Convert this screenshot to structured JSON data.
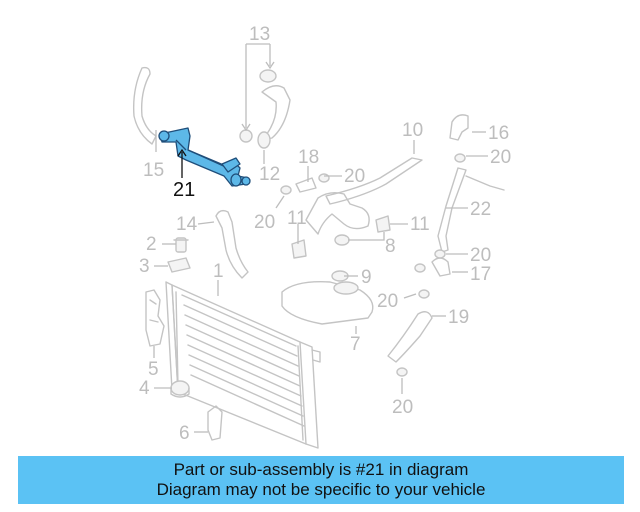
{
  "callouts": {
    "c1": "1",
    "c2": "2",
    "c3": "3",
    "c4": "4",
    "c5": "5",
    "c6": "6",
    "c7": "7",
    "c8": "8",
    "c9": "9",
    "c10": "10",
    "c11a": "11",
    "c11b": "11",
    "c12": "12",
    "c13": "13",
    "c14": "14",
    "c15": "15",
    "c16": "16",
    "c17": "17",
    "c18": "18",
    "c19": "19",
    "c20a": "20",
    "c20b": "20",
    "c20c": "20",
    "c20d": "20",
    "c20e": "20",
    "c20f": "20",
    "c21": "21",
    "c22": "22"
  },
  "highlight": {
    "part_number": "21",
    "color": "#5db8e8",
    "outline": "#1f4e7a"
  },
  "banner": {
    "line1": "Part or sub-assembly is #21 in diagram",
    "line2": "Diagram may not be specific to your vehicle",
    "color": "#5bc2f4"
  }
}
